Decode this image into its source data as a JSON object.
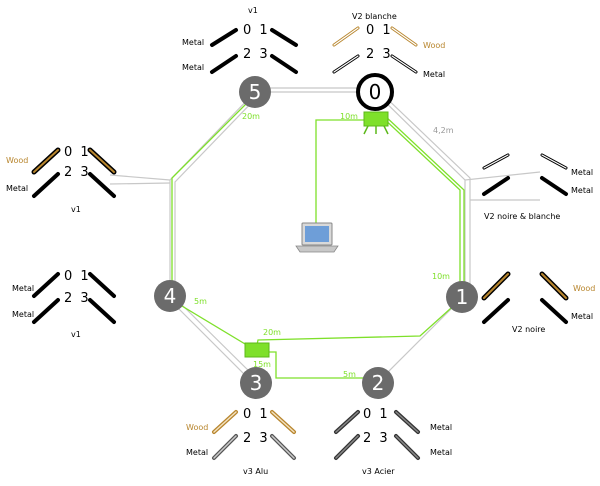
{
  "nodes": {
    "n0": {
      "label": "0"
    },
    "n1": {
      "label": "1"
    },
    "n2": {
      "label": "2"
    },
    "n3": {
      "label": "3"
    },
    "n4": {
      "label": "4"
    },
    "n5": {
      "label": "5"
    }
  },
  "stations": {
    "s5": {
      "title": "v1",
      "nums_top": "0 1",
      "nums_bottom": "2 3",
      "mat_top": "Metal",
      "mat_bottom": "Metal"
    },
    "s0": {
      "title": "V2 blanche",
      "nums_top": "0 1",
      "nums_bottom": "2 3",
      "mat_top": "Wood",
      "mat_bottom": "Metal"
    },
    "s4a": {
      "title": "v1",
      "nums_top": "0 1",
      "nums_bottom": "2 3",
      "mat_top": "Wood",
      "mat_bottom": "Metal"
    },
    "s1a": {
      "title": "V2 noire & blanche",
      "mat_top": "Metal",
      "mat_bottom": "Metal"
    },
    "s4b": {
      "title": "v1",
      "nums_top": "0 1",
      "nums_bottom": "2 3",
      "mat_top": "Metal",
      "mat_bottom": "Metal"
    },
    "s1b": {
      "title": "V2 noire",
      "mat_top": "Wood",
      "mat_bottom": "Metal"
    },
    "s3": {
      "title": "v3 Alu",
      "nums_top": "0 1",
      "nums_bottom": "2 3",
      "mat_top": "Wood",
      "mat_bottom": "Metal"
    },
    "s2": {
      "title": "v3 Acier",
      "nums_top": "0 1",
      "nums_bottom": "2 3",
      "mat_top": "Metal",
      "mat_bottom": "Metal"
    }
  },
  "distances": {
    "d_5_4": "20m",
    "d_0_sw": "10m",
    "d_0_1": "4,2m",
    "d_sw_1": "10m",
    "d_4_3": "5m",
    "d_sw3_top": "20m",
    "d_sw3_side": "15m",
    "d_3_2": "5m"
  },
  "colors": {
    "green": "#7ee02a",
    "grey_node": "#6b6b6b",
    "wood": "#b8862e",
    "cable": "#c8c8c8"
  }
}
